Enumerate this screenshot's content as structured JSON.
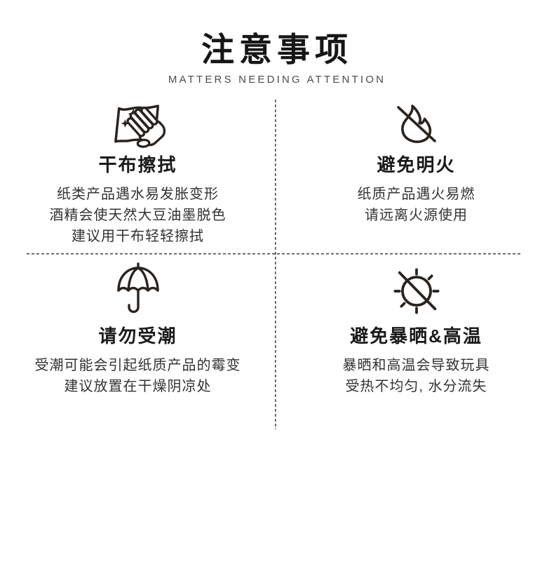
{
  "header": {
    "title": "注意事项",
    "subtitle": "MATTERS NEEDING ATTENTION"
  },
  "sections": [
    {
      "icon": "cloth-wipe-hand-icon",
      "title": "干布擦拭",
      "lines": [
        "纸类产品遇水易发胀变形",
        "酒精会使天然大豆油墨脱色",
        "建议用干布轻轻擦拭"
      ]
    },
    {
      "icon": "no-open-flame-icon",
      "title": "避免明火",
      "lines": [
        "纸质产品遇火易燃",
        "请远离火源使用"
      ]
    },
    {
      "icon": "umbrella-icon",
      "title": "请勿受潮",
      "lines": [
        "受潮可能会引起纸质产品的霉变",
        "建议放置在干燥阴凉处"
      ]
    },
    {
      "icon": "no-sun-exposure-icon",
      "title": "避免暴晒&高温",
      "lines": [
        "暴晒和高温会导致玩具",
        "受热不均匀, 水分流失"
      ]
    }
  ],
  "colors": {
    "background": "#ffffff",
    "title_text": "#161616",
    "subtitle_text": "#4b4b4b",
    "body_text": "#333333",
    "icon_stroke": "#2a231e",
    "divider": "#4c4c4c"
  }
}
